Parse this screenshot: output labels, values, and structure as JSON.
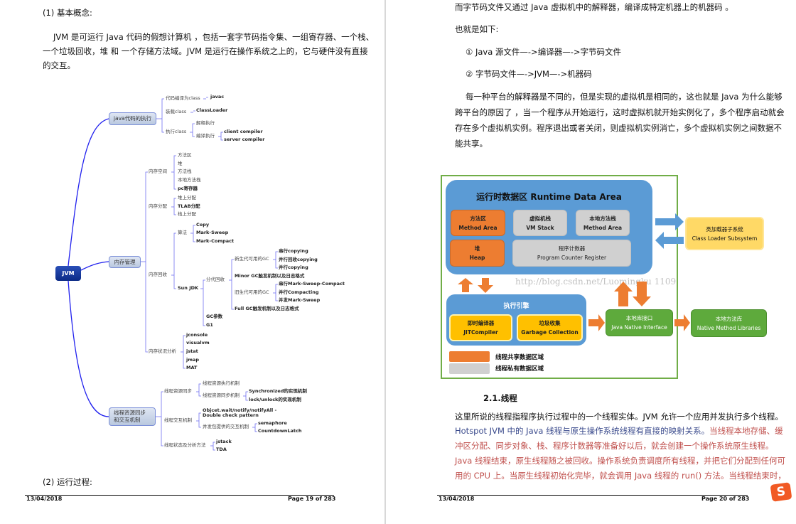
{
  "page_left": {
    "heading": "(1) 基本概念:",
    "para": [
      "JVM 是可运行 Java 代码的假想计算机 ，包括一套字节码指令集、一组寄存器、一个栈、",
      "一个垃圾回收，堆 和 一个存储方法域。JVM 是运行在操作系统之上的，它与硬件没有直接",
      "的交互。"
    ],
    "mindmap": {
      "root": "JVM",
      "java_exec": "java代码的执行",
      "mem_mgmt": "内存管理",
      "thread": "线程资源同步和交互机制",
      "nodes": [
        "代码编译为class",
        "javac",
        "装载class",
        "ClassLoader",
        "执行class",
        "解释执行",
        "编译执行",
        "client compiler",
        "server compiler",
        "内存空间",
        "方法区",
        "堆",
        "方法栈",
        "本地方法栈",
        "pc寄存器",
        "内存分配",
        "堆上分配",
        "TLAB分配",
        "栈上分配",
        "内存回收",
        "算法",
        "Copy",
        "Mark-Sweep",
        "Mark-Compact",
        "Sun JDK",
        "分代回收",
        "新生代可用的GC",
        "串行copying",
        "并行回收copying",
        "并行copying",
        "Minor GC触发机制以及日志格式",
        "旧生代可用的GC",
        "串行Mark-Sweep-Compact",
        "并行Compacting",
        "并发Mark-Sweep",
        "Full GC触发机制以及日志格式",
        "GC参数",
        "G1",
        "内存状况分析",
        "jconsole",
        "visualvm",
        "jstat",
        "jmap",
        "MAT",
        "线程资源同步",
        "线程资源执行机制",
        "线程资源同步机制",
        "Synchronized的实现机制",
        "lock/unlock的实现机制",
        "线程交互机制",
        "Objcet.wait/notify/notifyAll -",
        "Double check pattern",
        "并发包提供的交互机制",
        "semaphore",
        "CountdownLatch",
        "线程状态及分析方法",
        "jstack",
        "TDA"
      ]
    },
    "subheading": "(2) 运行过程:",
    "footer": {
      "date": "13/04/2018",
      "page": "Page 19 of 283"
    }
  },
  "page_right": {
    "lines": [
      "而字节码文件又通过 Java 虚拟机中的解释器，编译成特定机器上的机器码 。",
      "也就是如下:",
      "① Java 源文件—->编译器—->字节码文件",
      "② 字节码文件—->JVM—->机器码"
    ],
    "para": [
      "每一种平台的解释器是不同的，但是实现的虚拟机是相同的，这也就是 Java 为什么能够",
      "跨平台的原因了 ，当一个程序从开始运行，这时虚拟机就开始实例化了，多个程序启动就会",
      "存在多个虚拟机实例。程序退出或者关闭，则虚拟机实例消亡，多个虚拟机实例之间数据不",
      "能共享。"
    ],
    "diagram": {
      "runtime_title": "运行时数据区  Runtime Data Area",
      "method_area": [
        "方法区",
        "Method Area"
      ],
      "vm_stack": [
        "虚拟机栈",
        "VM Stack"
      ],
      "native_stack": [
        "本地方法栈",
        "Method Area"
      ],
      "heap": [
        "堆",
        "Heap"
      ],
      "pc": [
        "程序计数器",
        "Program Counter Register"
      ],
      "class_loader": [
        "类加载器子系统",
        "Class Loader Subsystem"
      ],
      "engine_title": "执行引擎",
      "jit": [
        "即时编译器",
        "JITCompiler"
      ],
      "gc": [
        "垃圾收集",
        "Garbage Collection"
      ],
      "jni": [
        "本地库接口",
        "Java Native Interface"
      ],
      "native_libs": [
        "本地方法库",
        "Native Method Libraries"
      ],
      "legend_shared": "线程共享数据区域",
      "legend_private": "线程私有数据区域",
      "watermark": "http://blog.csdn.net/Luomingku 1109",
      "colors": {
        "frame": "#70ad47",
        "runtime": "#5b9bd5",
        "shared": "#ed7d31",
        "private": "#d0d0d0",
        "loader": "#ffd966",
        "engine_box": "#ffc000",
        "native": "#5eaa3c"
      }
    },
    "section_heading": "2.1.线程",
    "section": {
      "l1": "这里所说的线程指程序执行过程中的一个线程实体。JVM 允许一个应用并发执行多个线程。",
      "l2a": "Hotspot JVM 中的 Java 线程与原生操作系统线程有直接的映射关系。",
      "l2b": "当线程本地存储、缓",
      "l3": "冲区分配、同步对象、栈、程序计数器等准备好以后，就会创建一个操作系统原生线程。",
      "l4": "Java 线程结束，原生线程随之被回收。操作系统负责调度所有线程，并把它们分配到任何可",
      "l5": "用的 CPU 上。当原生线程初始化完毕，就会调用 Java 线程的 run() 方法。当线程结束时，"
    },
    "footer": {
      "date": "13/04/2018",
      "page": "Page 20 of 283"
    }
  },
  "tray": {
    "icon": "sogou-input-icon",
    "letter": "S"
  }
}
